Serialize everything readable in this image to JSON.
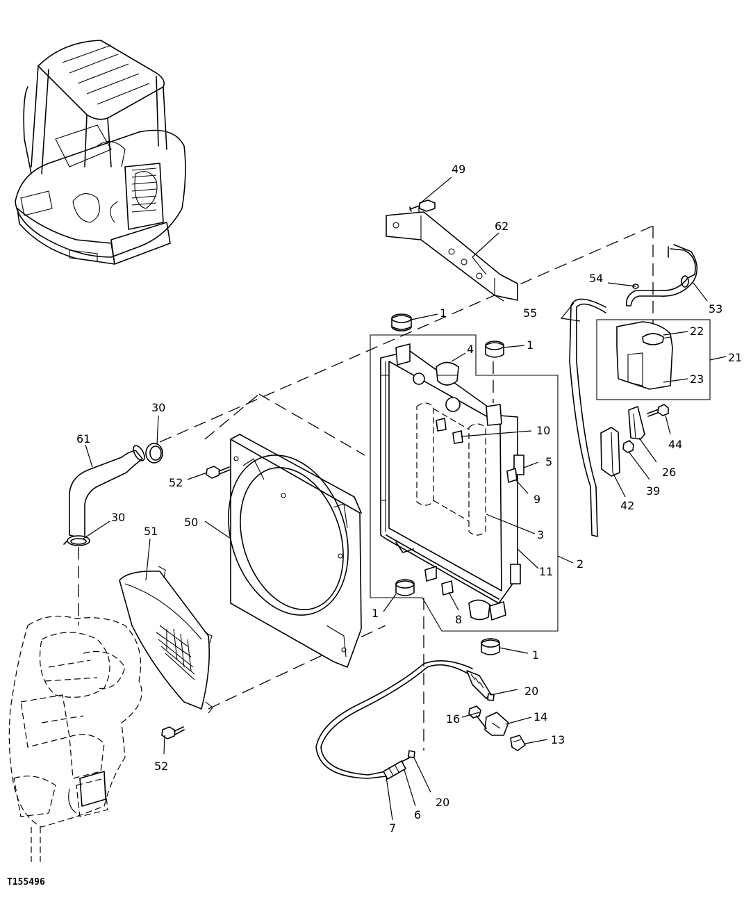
{
  "figure_id": "T155496",
  "callouts": {
    "c1a": "1",
    "c1b": "1",
    "c1c": "1",
    "c1d": "1",
    "c2": "2",
    "c3": "3",
    "c4": "4",
    "c5": "5",
    "c6": "6",
    "c7": "7",
    "c8": "8",
    "c9": "9",
    "c10": "10",
    "c11": "11",
    "c13": "13",
    "c14": "14",
    "c16": "16",
    "c20a": "20",
    "c20b": "20",
    "c21": "21",
    "c22": "22",
    "c23": "23",
    "c26": "26",
    "c30a": "30",
    "c30b": "30",
    "c39": "39",
    "c42": "42",
    "c44": "44",
    "c49": "49",
    "c50": "50",
    "c51": "51",
    "c52a": "52",
    "c52b": "52",
    "c53": "53",
    "c54": "54",
    "c55": "55",
    "c61": "61",
    "c62": "62"
  }
}
